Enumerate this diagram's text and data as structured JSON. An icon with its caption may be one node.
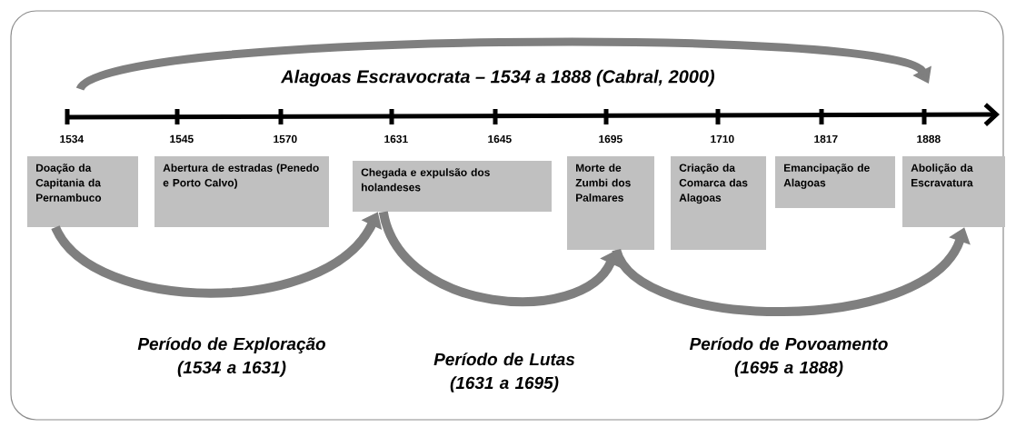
{
  "diagram": {
    "title": "Alagoas Escravocrata – 1534 a 1888 (Cabral, 2000)",
    "nodes": [
      {
        "text": [
          "Doação da Capitania da Pernambuco"
        ]
      },
      {
        "text": [
          "Abertura de estradas (Penedo e Porto Calvo)"
        ]
      },
      {
        "text": [
          "Chegada  e expulsão dos holandeses"
        ]
      },
      {
        "text": [
          "Morte de Zumbi dos Palmares"
        ]
      },
      {
        "text": [
          "Criação da Comarca das Alagoas"
        ]
      },
      {
        "text": [
          "Emancipação de Alagoas"
        ]
      },
      {
        "text": [
          "Abolição da Escravatura"
        ]
      }
    ],
    "edges": [
      {
        "from": 0,
        "to": 2,
        "arrow": "to",
        "label": "Período de Exploração (1534 a 1631)"
      },
      {
        "from": 2,
        "to": 3,
        "arrow": "to",
        "label": "Período de Lutas (1631 a 1695)"
      },
      {
        "from": 3,
        "to": 6,
        "arrow": "to",
        "label": "Período de Povoamento (1695 a 1888)"
      }
    ],
    "labels": [
      "1534",
      "1545",
      "1570",
      "1631",
      "1645",
      "1695",
      "1710",
      "1817",
      "1888"
    ]
  }
}
